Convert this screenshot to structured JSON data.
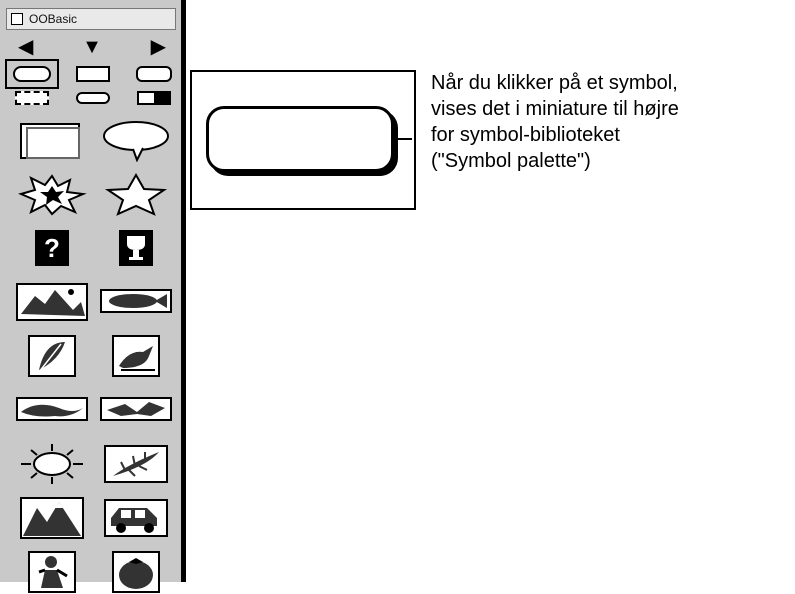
{
  "palette": {
    "title": "OOBasic",
    "nav": {
      "left": "◀",
      "down": "▼",
      "right": "▶"
    },
    "shape_tools_row1": [
      "oval",
      "rect",
      "rounded-rect"
    ],
    "shape_tools_row2": [
      "dashed-rect",
      "small-oval",
      "toggle"
    ],
    "symbols": [
      {
        "icon": "blank-card-icon"
      },
      {
        "icon": "speech-bubble-icon"
      },
      {
        "icon": "burst-icon"
      },
      {
        "icon": "star-icon"
      },
      {
        "icon": "question-icon"
      },
      {
        "icon": "trophy-icon"
      },
      {
        "icon": "landscape-icon"
      },
      {
        "icon": "fish-icon"
      },
      {
        "icon": "feather-icon"
      },
      {
        "icon": "bird-icon"
      },
      {
        "icon": "leaves-icon"
      },
      {
        "icon": "bird-flying-icon"
      },
      {
        "icon": "sun-icon"
      },
      {
        "icon": "fern-icon"
      },
      {
        "icon": "mountains-icon"
      },
      {
        "icon": "car-icon"
      },
      {
        "icon": "figure-icon"
      },
      {
        "icon": "tomato-icon"
      }
    ]
  },
  "caption": {
    "lines": [
      "Når du klikker på et symbol,",
      "vises det i miniature til højre",
      "for symbol-biblioteket",
      "(\"Symbol palette\")"
    ]
  }
}
